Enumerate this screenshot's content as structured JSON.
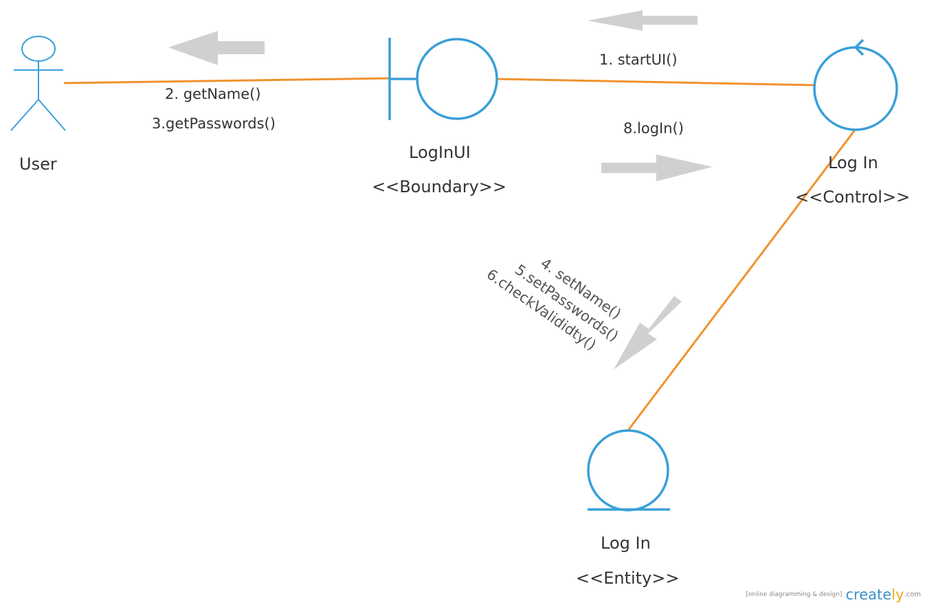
{
  "colors": {
    "shape_stroke": "#3a9fd8",
    "link_stroke": "#f0922d",
    "arrow_fill": "#d0d0d0",
    "text": "#333333"
  },
  "actors": {
    "user": {
      "name": "User"
    }
  },
  "objects": {
    "boundary": {
      "name": "LogInUI",
      "stereotype": "<<Boundary>>"
    },
    "control": {
      "name": "Log In",
      "stereotype": "<<Control>>"
    },
    "entity": {
      "name": "Log In",
      "stereotype": "<<Entity>>"
    }
  },
  "messages": {
    "m1": "1. startUI()",
    "m2": "2. getName()",
    "m3": "3.getPasswords()",
    "m4": "4. setName()",
    "m5": "5.setPasswords()",
    "m6": "6.checkValididty()",
    "m8": "8.logIn()"
  },
  "watermark": {
    "tagline": "[online diagramming & design]",
    "logo_main": "create",
    "logo_accent": "ly",
    "domain": ".com"
  }
}
